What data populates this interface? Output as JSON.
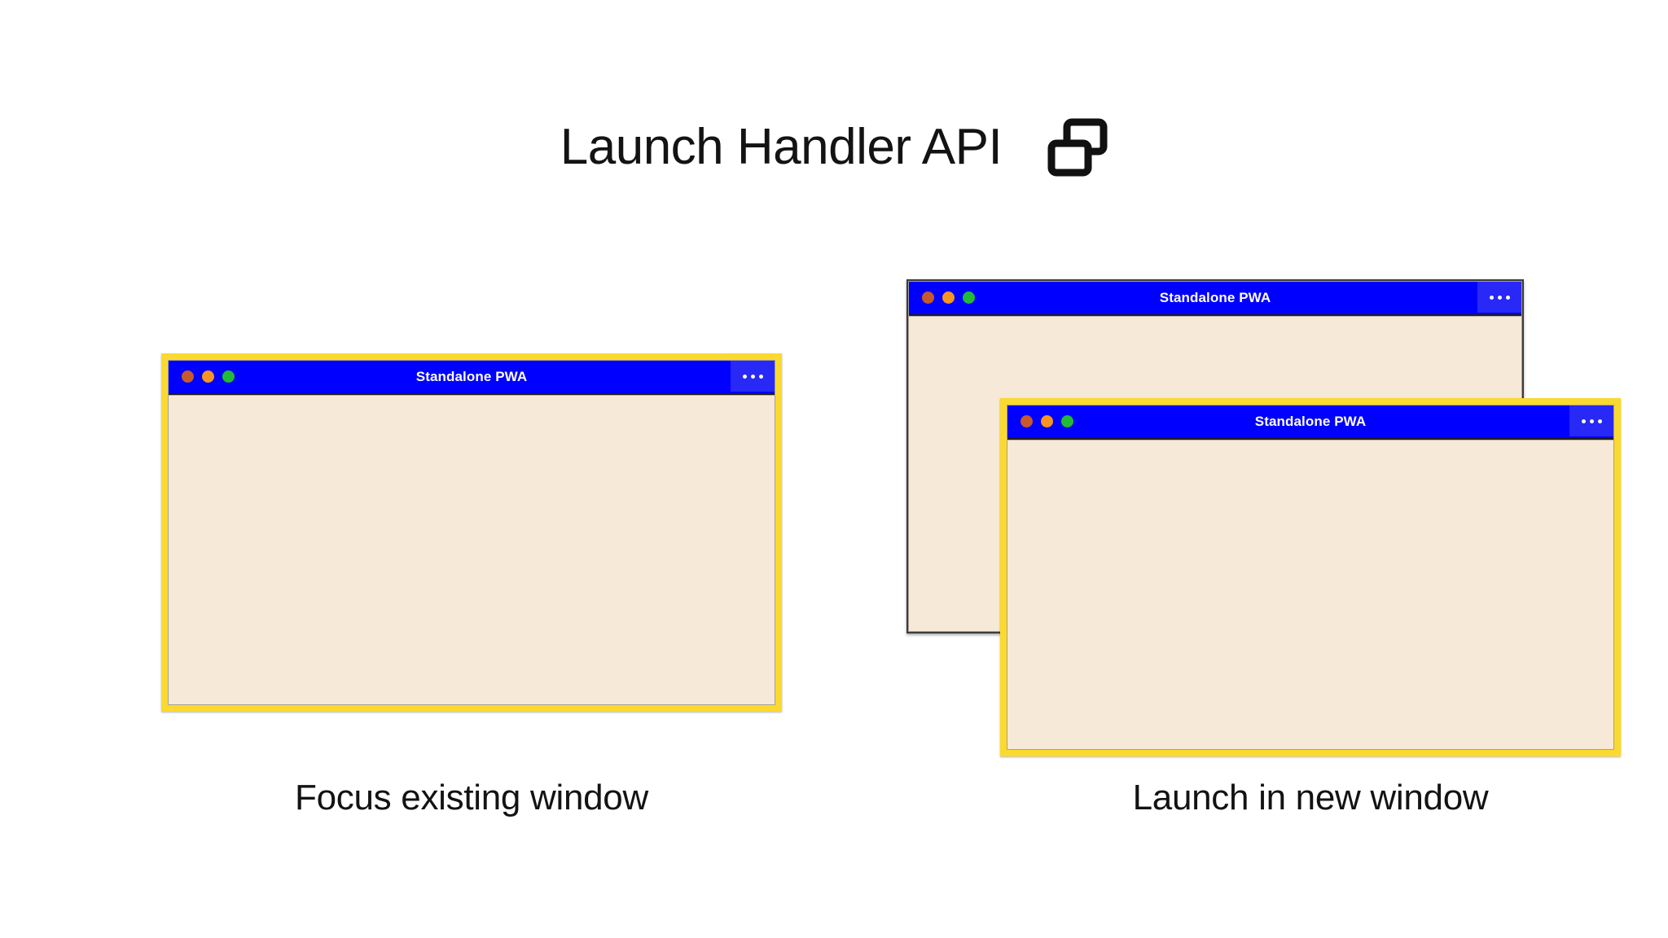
{
  "header": {
    "title": "Launch Handler API",
    "icon": "windows-overlap-icon"
  },
  "theme": {
    "background": "#ffffff",
    "title_bar": "#0000FF",
    "window_body": "#F7E9D7",
    "highlight_border": "#FBD92E",
    "plain_border": "#3C3C3C",
    "menu_button": "#2828F7",
    "dot_close": "#C65A2C",
    "dot_minimize": "#F79520",
    "dot_maximize": "#23BB35",
    "text": "#131313"
  },
  "scenarios": [
    {
      "id": "focus-existing",
      "caption": "Focus existing window",
      "windows": [
        {
          "id": "focus-window",
          "title": "Standalone PWA",
          "highlighted": true,
          "menu_label": "…"
        }
      ]
    },
    {
      "id": "launch-new",
      "caption": "Launch in new window",
      "windows": [
        {
          "id": "back-window",
          "title": "Standalone PWA",
          "highlighted": false,
          "menu_label": "…"
        },
        {
          "id": "front-window",
          "title": "Standalone PWA",
          "highlighted": true,
          "menu_label": "…"
        }
      ]
    }
  ],
  "traffic_lights": {
    "close": "close-dot",
    "minimize": "minimize-dot",
    "maximize": "maximize-dot"
  }
}
